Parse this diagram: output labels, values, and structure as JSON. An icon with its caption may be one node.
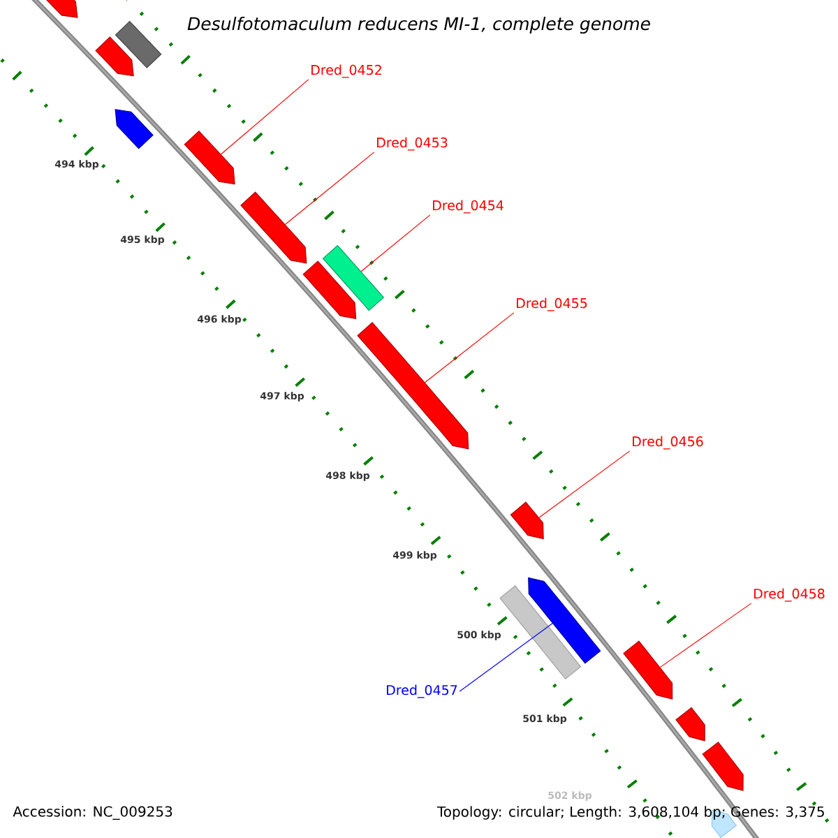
{
  "diagram": {
    "title": "Desulfotomaculum reducens MI-1, complete genome",
    "nodes": [
      {
        "text": [],
        "shape": "arrow"
      },
      {
        "text": [],
        "shape": "box"
      },
      {
        "text": [],
        "shape": "arrow"
      },
      {
        "text": [],
        "shape": "arrow"
      },
      {
        "text": [],
        "shape": "arrow"
      },
      {
        "text": [],
        "shape": "arrow"
      },
      {
        "text": [],
        "shape": "box"
      },
      {
        "text": [],
        "shape": "arrow"
      },
      {
        "text": [],
        "shape": "arrow"
      },
      {
        "text": [],
        "shape": "arrow"
      },
      {
        "text": [],
        "shape": "arrow"
      },
      {
        "text": [],
        "shape": "box"
      },
      {
        "text": [],
        "shape": "arrow"
      },
      {
        "text": [],
        "shape": "arrow"
      },
      {
        "text": [],
        "shape": "arrow"
      },
      {
        "text": [],
        "shape": "arrow"
      },
      {
        "text": [
          "Dred_0452"
        ]
      },
      {
        "text": [
          "Dred_0453"
        ]
      },
      {
        "text": [
          "Dred_0454"
        ]
      },
      {
        "text": [
          "Dred_0455"
        ]
      },
      {
        "text": [
          "Dred_0456"
        ]
      },
      {
        "text": [
          "Dred_0457"
        ]
      },
      {
        "text": [
          "Dred_0458"
        ]
      }
    ],
    "edges": [
      {
        "from": 16,
        "to": 4,
        "arrow": "none"
      },
      {
        "from": 17,
        "to": 5,
        "arrow": "none"
      },
      {
        "from": 18,
        "to": 6,
        "arrow": "none"
      },
      {
        "from": 19,
        "to": 8,
        "arrow": "none"
      },
      {
        "from": 20,
        "to": 9,
        "arrow": "none"
      },
      {
        "from": 21,
        "to": 10,
        "arrow": "none",
        "color": "#0000ff"
      },
      {
        "from": 22,
        "to": 12,
        "arrow": "none"
      }
    ],
    "labels": [
      "494 kbp",
      "495 kbp",
      "496 kbp",
      "497 kbp",
      "498 kbp",
      "499 kbp",
      "500 kbp",
      "501 kbp",
      "502 kbp",
      "Accession: NC_009253",
      "Topology: circular; Length: 3,608,104 bp; Genes: 3,375"
    ]
  }
}
